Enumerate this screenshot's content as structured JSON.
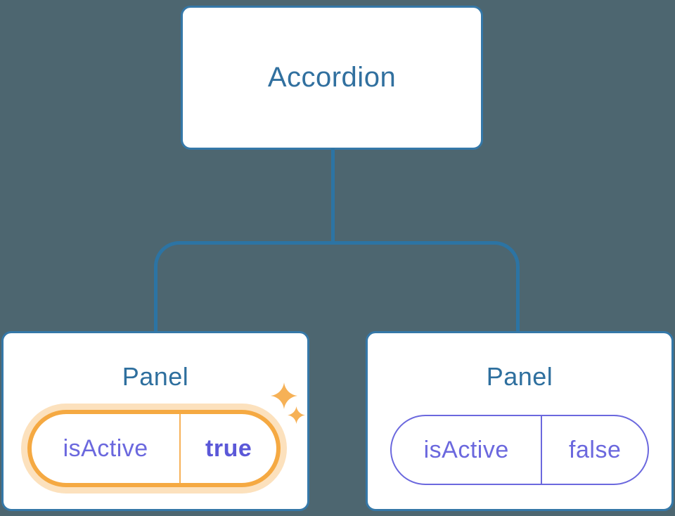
{
  "diagram": {
    "description": "React component tree: Accordion parent with two Panel children showing isActive prop state",
    "root": {
      "label": "Accordion"
    },
    "panels": [
      {
        "title": "Panel",
        "prop_name": "isActive",
        "prop_value": "true",
        "highlighted": true,
        "icons": [
          "sparkle-icon",
          "sparkle-icon"
        ]
      },
      {
        "title": "Panel",
        "prop_name": "isActive",
        "prop_value": "false",
        "highlighted": false,
        "icons": []
      }
    ]
  },
  "colors": {
    "background": "#4D6670",
    "connector_blue": "#2C74A4",
    "node_border_blue": "#3578A8",
    "node_background": "#FFFFFF",
    "title_text_blue": "#2E6F9E",
    "prop_purple": "#6B68DE",
    "prop_value_bold_purple": "#5B58D8",
    "highlight_orange": "#F5A942",
    "highlight_halo": "rgba(245,169,66,0.35)",
    "sparkle_orange": "#F6B156"
  }
}
